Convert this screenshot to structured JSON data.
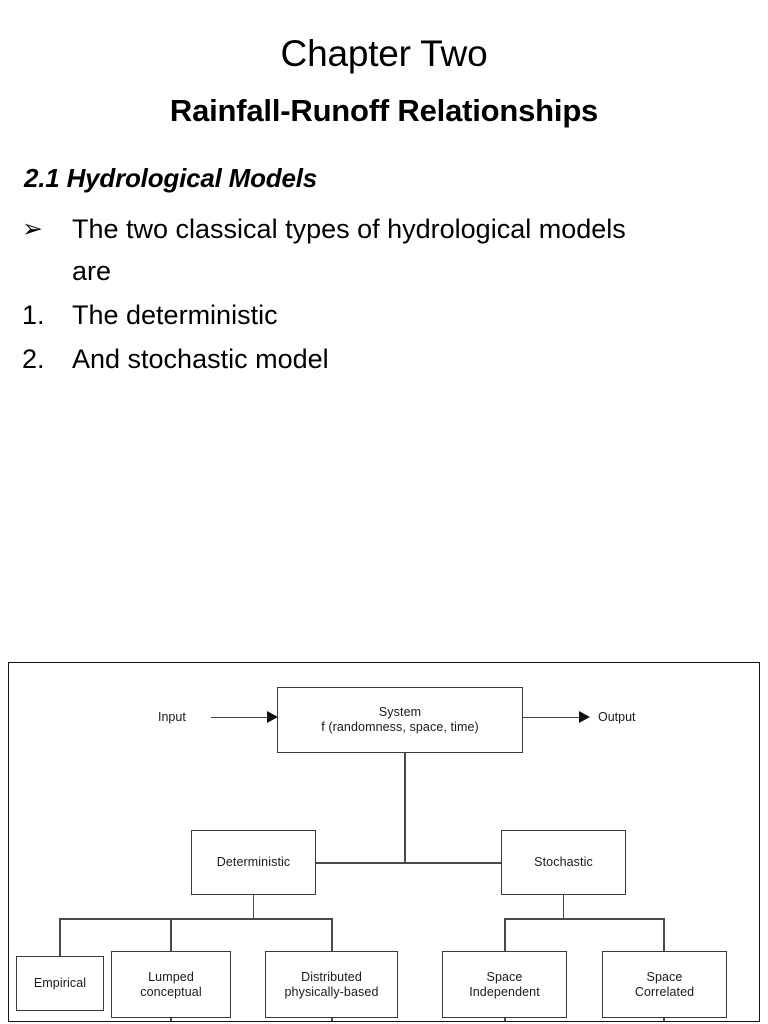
{
  "slide": {
    "title": "Chapter Two",
    "subtitle": "Rainfall-Runoff Relationships",
    "section_heading": "2.1 Hydrological Models",
    "list": [
      {
        "marker": "➢",
        "text": "The two classical types of hydrological models are"
      },
      {
        "marker": "1.",
        "text": "The deterministic"
      },
      {
        "marker": "2.",
        "text": "And stochastic model"
      }
    ]
  },
  "diagram": {
    "input_label": "Input",
    "output_label": "Output",
    "nodes": {
      "system": {
        "line1": "System",
        "line2": "f (randomness, space, time)"
      },
      "deterministic": {
        "line1": "Deterministic"
      },
      "stochastic": {
        "line1": "Stochastic"
      },
      "empirical": {
        "line1": "Empirical"
      },
      "lumped": {
        "line1": "Lumped",
        "line2": "conceptual"
      },
      "distributed": {
        "line1": "Distributed",
        "line2": "physically-based"
      },
      "space_independent": {
        "line1": "Space",
        "line2": "Independent"
      },
      "space_correlated": {
        "line1": "Space",
        "line2": "Correlated"
      }
    }
  },
  "colors": {
    "text": "#000000",
    "node_border": "#3a3a3a",
    "edge": "#4a4a4a",
    "frame_border": "#111111",
    "background": "#ffffff"
  }
}
